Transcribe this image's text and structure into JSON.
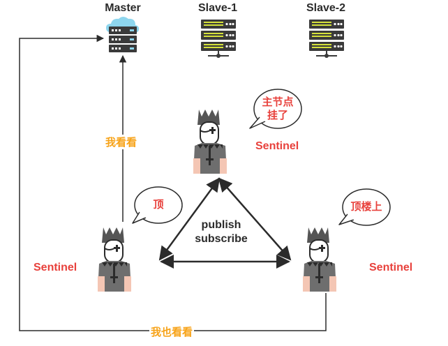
{
  "servers": {
    "master": {
      "label": "Master",
      "icon": "cloud-server-icon"
    },
    "slave1": {
      "label": "Slave-1",
      "icon": "server-rack-icon"
    },
    "slave2": {
      "label": "Slave-2",
      "icon": "server-rack-icon"
    }
  },
  "sentinels": {
    "top": {
      "label": "Sentinel",
      "bubble_line1": "主节点",
      "bubble_line2": "挂了"
    },
    "left": {
      "label": "Sentinel",
      "bubble": "顶"
    },
    "right": {
      "label": "Sentinel",
      "bubble": "顶楼上"
    }
  },
  "edges": {
    "left_to_master": "我看看",
    "right_to_master": "我也看看"
  },
  "pubsub": {
    "line1": "publish",
    "line2": "subscribe"
  },
  "colors": {
    "accent_red": "#e8413c",
    "accent_orange": "#f7a319",
    "text_dark": "#2b2b2b",
    "server_green": "#d6e23a",
    "server_body": "#3a3a3a",
    "sentinel_gray": "#6e6e6e",
    "sentinel_skin": "#f4c6b4",
    "cloud_blue": "#8ed6ee"
  }
}
